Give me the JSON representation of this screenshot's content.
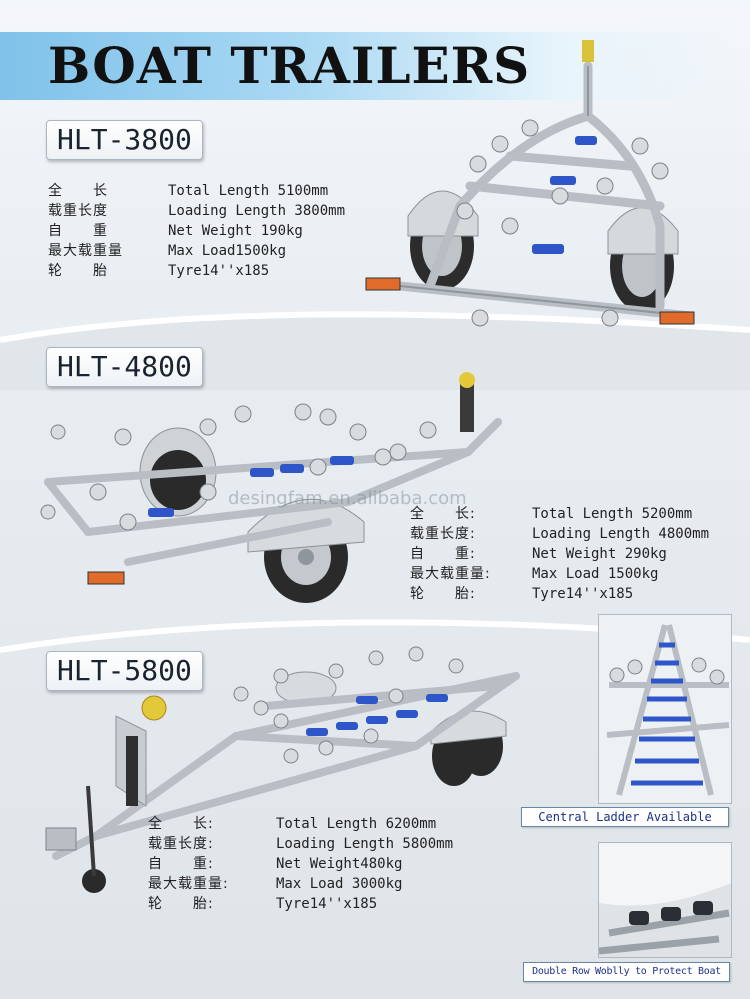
{
  "header": {
    "title": "BOAT TRAILERS"
  },
  "models": [
    {
      "name": "HLT-3800",
      "specs": [
        {
          "cn": "全　　长",
          "en": "Total Length 5100mm"
        },
        {
          "cn": "载重长度",
          "en": "Loading Length  3800mm"
        },
        {
          "cn": "自　　重",
          "en": "Net Weight 190kg"
        },
        {
          "cn": "最大载重量",
          "en": "Max Load1500kg"
        },
        {
          "cn": "轮　　胎",
          "en": "Tyre14''x185"
        }
      ]
    },
    {
      "name": "HLT-4800",
      "specs": [
        {
          "cn": "全　　长:",
          "en": "Total Length 5200mm"
        },
        {
          "cn": "载重长度:",
          "en": "Loading Length 4800mm"
        },
        {
          "cn": "自　　重:",
          "en": "Net Weight 290kg"
        },
        {
          "cn": "最大载重量:",
          "en": "Max Load 1500kg"
        },
        {
          "cn": "轮　　胎:",
          "en": "Tyre14''x185"
        }
      ]
    },
    {
      "name": "HLT-5800",
      "specs": [
        {
          "cn": "全　　长:",
          "en": "Total Length 6200mm"
        },
        {
          "cn": "载重长度:",
          "en": "Loading Length  5800mm"
        },
        {
          "cn": "自　　重:",
          "en": "Net Weight480kg"
        },
        {
          "cn": "最大载重量:",
          "en": "Max Load  3000kg"
        },
        {
          "cn": "轮　　胎:",
          "en": "Tyre14''x185"
        }
      ]
    }
  ],
  "watermark": "desingfam.en.alibaba.com",
  "insets": [
    {
      "caption": "Central Ladder Available"
    },
    {
      "caption": "Double Row Woblly to Protect Boat"
    }
  ],
  "colors": {
    "title_band": "#8fcaee",
    "caption_text": "#1c2f8a",
    "roller_blue": "#2f56c9",
    "galvanized": "#c9ced3"
  }
}
